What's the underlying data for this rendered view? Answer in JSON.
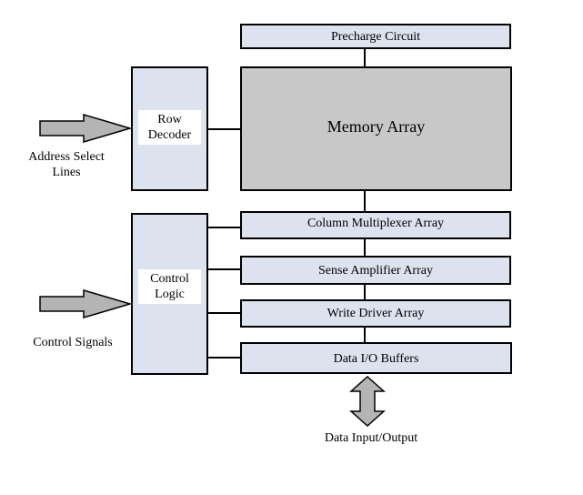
{
  "blocks": {
    "precharge": "Precharge Circuit",
    "memory_array": "Memory Array",
    "row_decoder": [
      "Row",
      "Decoder"
    ],
    "control_logic": [
      "Control",
      "Logic"
    ],
    "column_mux": "Column Multiplexer Array",
    "sense_amp": "Sense Amplifier Array",
    "write_driver": "Write Driver Array",
    "data_io": "Data I/O Buffers"
  },
  "inputs": {
    "address_select": [
      "Address Select",
      "Lines"
    ],
    "control_signals": "Control Signals",
    "data_io_label": "Data Input/Output"
  },
  "colors": {
    "block_fill": "#dce3ef",
    "memory_fill": "#c8c8c8",
    "arrow_fill": "#b4b4b4",
    "stroke": "#000000"
  }
}
